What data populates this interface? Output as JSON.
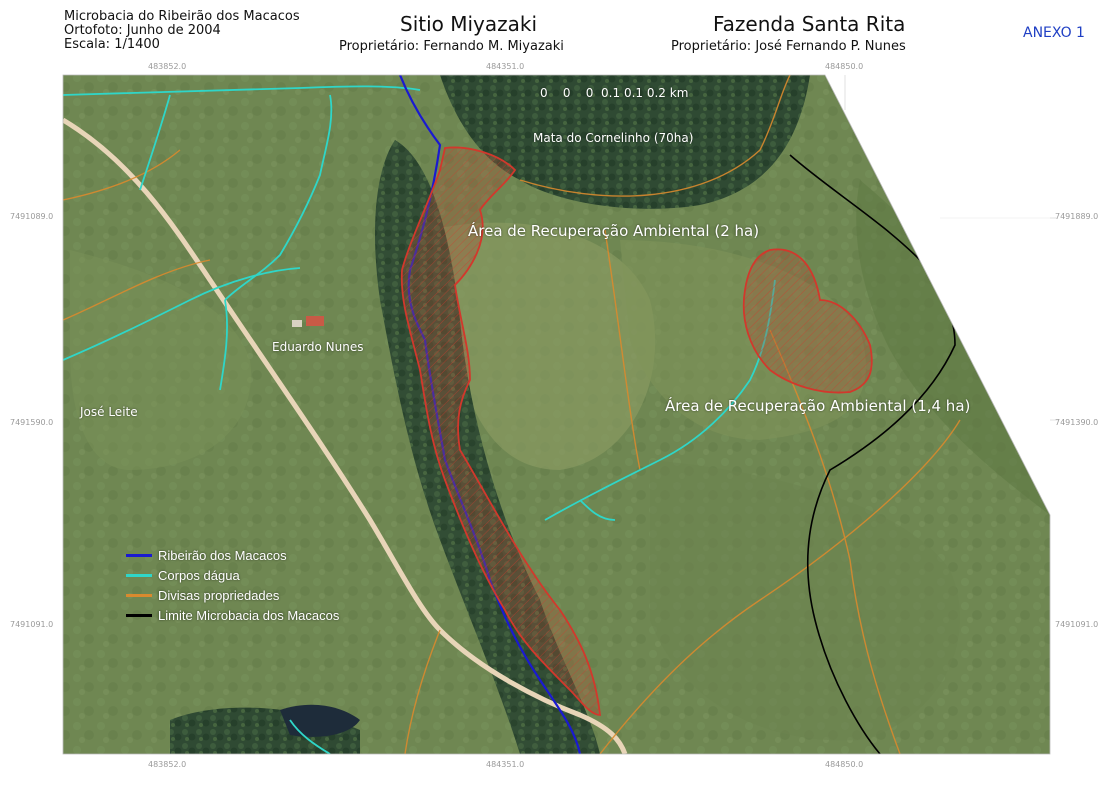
{
  "header": {
    "line1": "Microbacia do Ribeirão dos Macacos",
    "line2": "Ortofoto: Junho de 2004",
    "line3": "Escala: 1/1400",
    "property1": {
      "name": "Sitio Miyazaki",
      "owner": "Proprietário: Fernando M. Miyazaki"
    },
    "property2": {
      "name": "Fazenda Santa Rita",
      "owner": "Proprietário: José Fernando P. Nunes"
    },
    "annex": "ANEXO 1"
  },
  "coordinates": {
    "top": [
      "483852.0",
      "484351.0",
      "484850.0"
    ],
    "bottom": [
      "483852.0",
      "484351.0",
      "484850.0"
    ],
    "left": [
      "7491089.0",
      "7491590.0",
      "7491091.0"
    ],
    "right": [
      "7491889.0",
      "7491390.0",
      "7491091.0"
    ]
  },
  "scale_bar": "0    0    0  0.1 0.1 0.2 km",
  "map_labels": {
    "mata": "Mata do Cornelinho (70ha)",
    "area1": "Área de Recuperação Ambiental (2 ha)",
    "area2": "Área de Recuperação Ambiental (1,4 ha)",
    "eduardo": "Eduardo Nunes",
    "jose": "José Leite"
  },
  "legend": [
    {
      "label": "Ribeirão dos Macacos",
      "color": "#1a1ad0"
    },
    {
      "label": "Corpos dágua",
      "color": "#2fd6c8"
    },
    {
      "label": "Divisas propriedades",
      "color": "#d98a2e"
    },
    {
      "label": "Limite Microbacia dos Macacos",
      "color": "#000000"
    }
  ],
  "colors": {
    "stream": "#1a1ad0",
    "water": "#2fd6c8",
    "boundary": "#d98a2e",
    "watershed": "#000000",
    "recovery": "#d2382c",
    "road": "#e8d5b8"
  }
}
